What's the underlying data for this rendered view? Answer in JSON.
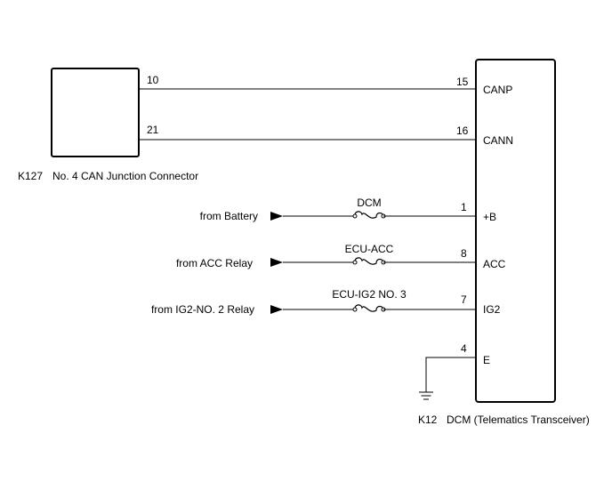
{
  "junction_connector": {
    "code": "K127",
    "name": "No. 4 CAN Junction Connector",
    "pins": [
      {
        "pin": "10"
      },
      {
        "pin": "21"
      }
    ]
  },
  "dcm": {
    "code": "K12",
    "name": "DCM (Telematics Transceiver)",
    "pins": [
      {
        "pin": "15",
        "signal": "CANP"
      },
      {
        "pin": "16",
        "signal": "CANN"
      },
      {
        "pin": "1",
        "signal": "+B"
      },
      {
        "pin": "8",
        "signal": "ACC"
      },
      {
        "pin": "7",
        "signal": "IG2"
      },
      {
        "pin": "4",
        "signal": "E"
      }
    ]
  },
  "power_inputs": [
    {
      "source": "from Battery",
      "fuse": "DCM"
    },
    {
      "source": "from ACC Relay",
      "fuse": "ECU-ACC"
    },
    {
      "source": "from IG2-NO. 2 Relay",
      "fuse": "ECU-IG2 NO. 3"
    }
  ]
}
